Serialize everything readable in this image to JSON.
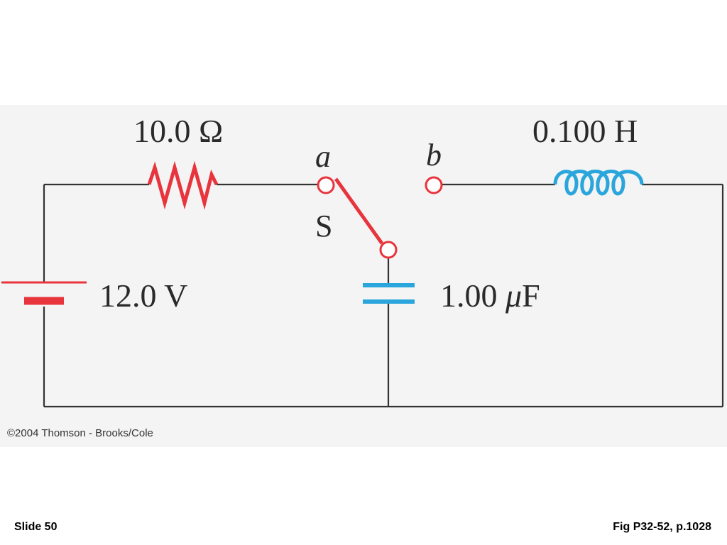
{
  "circuit": {
    "resistor_label": "10.0 Ω",
    "inductor_label": "0.100 H",
    "battery_label": "12.0 V",
    "capacitor_value": "1.00 ",
    "capacitor_mu": "μ",
    "capacitor_unit": "F",
    "switch_label": "S",
    "terminal_a_label": "a",
    "terminal_b_label": "b"
  },
  "colors": {
    "wire": "#333333",
    "resistor": "#e8343c",
    "switch": "#e8343c",
    "inductor": "#2aa6dc",
    "capacitor": "#2aa6dc",
    "battery": "#e8343c",
    "panel_background": "#f4f4f4"
  },
  "copyright": "©2004 Thomson - Brooks/Cole",
  "footer": {
    "slide_number": "Slide 50",
    "figure_reference": "Fig P32-52, p.1028"
  }
}
